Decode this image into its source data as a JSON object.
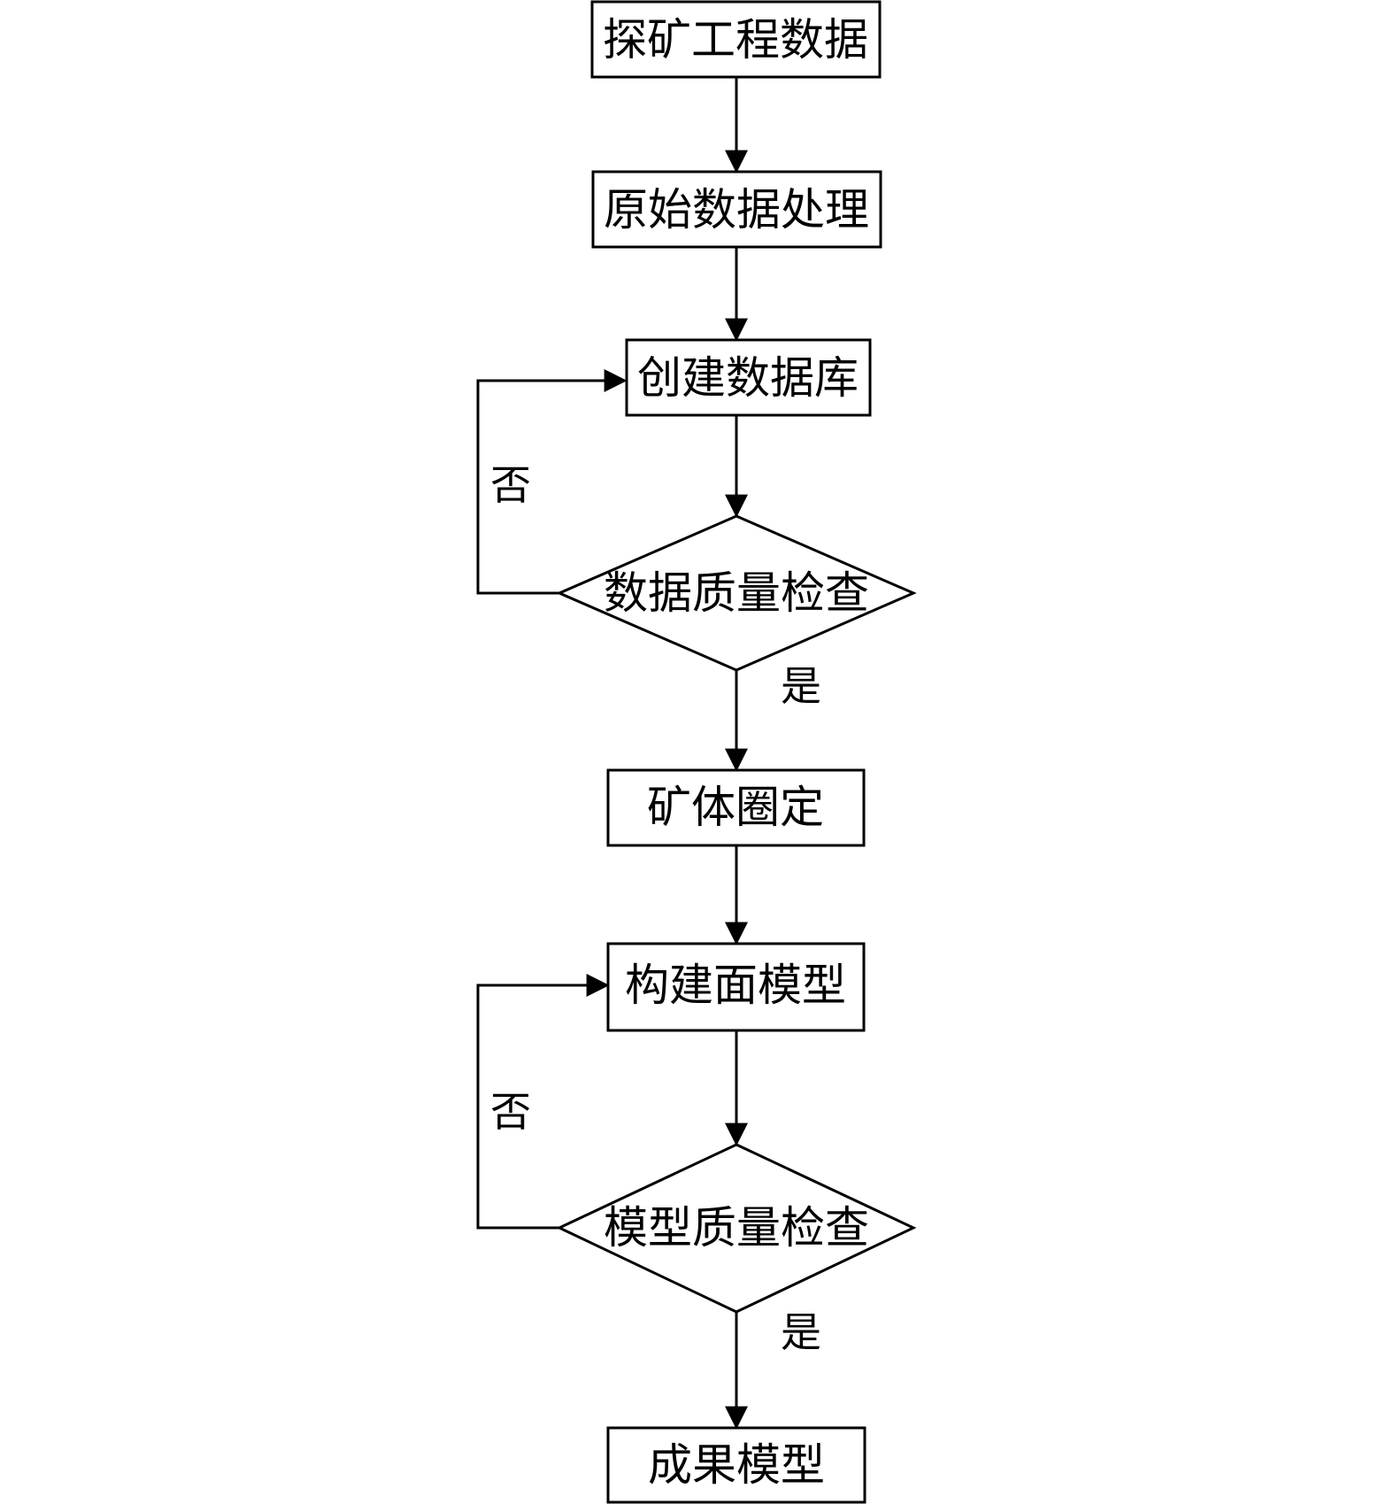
{
  "diagram": {
    "nodes": {
      "exploration_data": "探矿工程数据",
      "raw_data_processing": "原始数据处理",
      "create_database": "创建数据库",
      "data_quality_check": "数据质量检查",
      "orebody_delineation": "矿体圈定",
      "build_surface_model": "构建面模型",
      "model_quality_check": "模型质量检查",
      "final_model": "成果模型"
    },
    "branches": {
      "no": "否",
      "yes": "是"
    },
    "colors": {
      "line": "#000000",
      "fill": "#ffffff",
      "text": "#000000"
    }
  }
}
